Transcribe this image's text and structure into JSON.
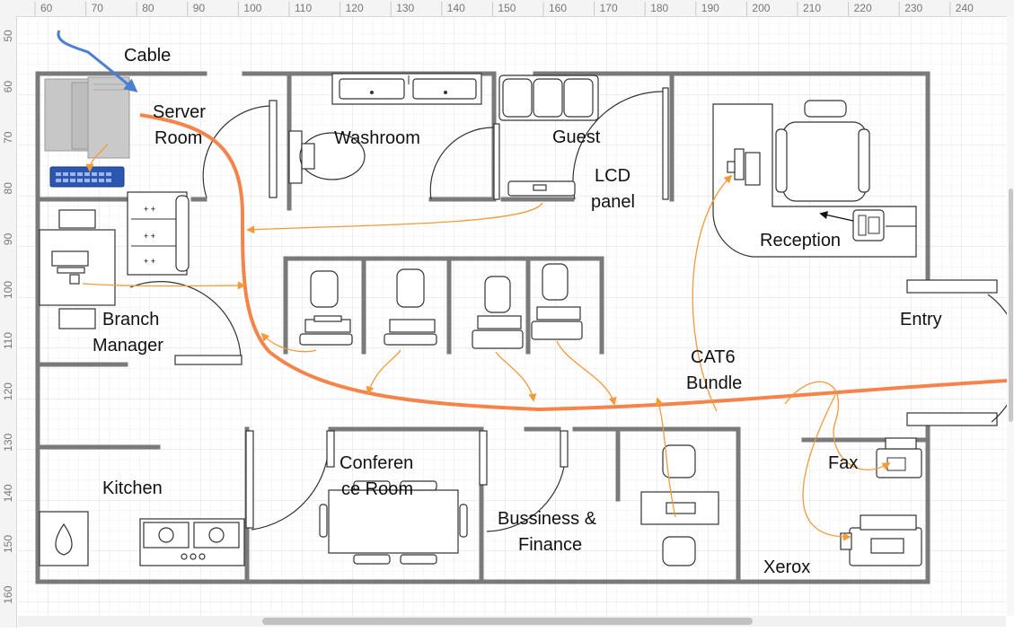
{
  "ruler": {
    "top_ticks": [
      "60",
      "70",
      "80",
      "90",
      "100",
      "110",
      "120",
      "130",
      "140",
      "150",
      "160",
      "170",
      "180",
      "190",
      "200",
      "210",
      "220",
      "230",
      "240"
    ],
    "left_ticks": [
      "50",
      "60",
      "70",
      "80",
      "90",
      "100",
      "110",
      "120",
      "130",
      "140",
      "150",
      "160"
    ]
  },
  "labels": {
    "cable": "Cable",
    "server_room_1": "Server",
    "server_room_2": "Room",
    "washroom": "Washroom",
    "guest": "Guest",
    "lcd_1": "LCD",
    "lcd_2": "panel",
    "reception": "Reception",
    "branch_1": "Branch",
    "branch_2": "Manager",
    "entry": "Entry",
    "cat6_1": "CAT6",
    "cat6_2": "Bundle",
    "kitchen": "Kitchen",
    "conf_1": "Conferen",
    "conf_2": "ce Room",
    "biz_1": "Bussiness &",
    "biz_2": "Finance",
    "fax": "Fax",
    "xerox": "Xerox"
  },
  "colors": {
    "wall": "#7a7a7a",
    "cable_bundle": "#f5834a",
    "cat6_link": "#f39a3a",
    "incoming_cable": "#4a7fd4",
    "switch": "#2c56b0"
  }
}
